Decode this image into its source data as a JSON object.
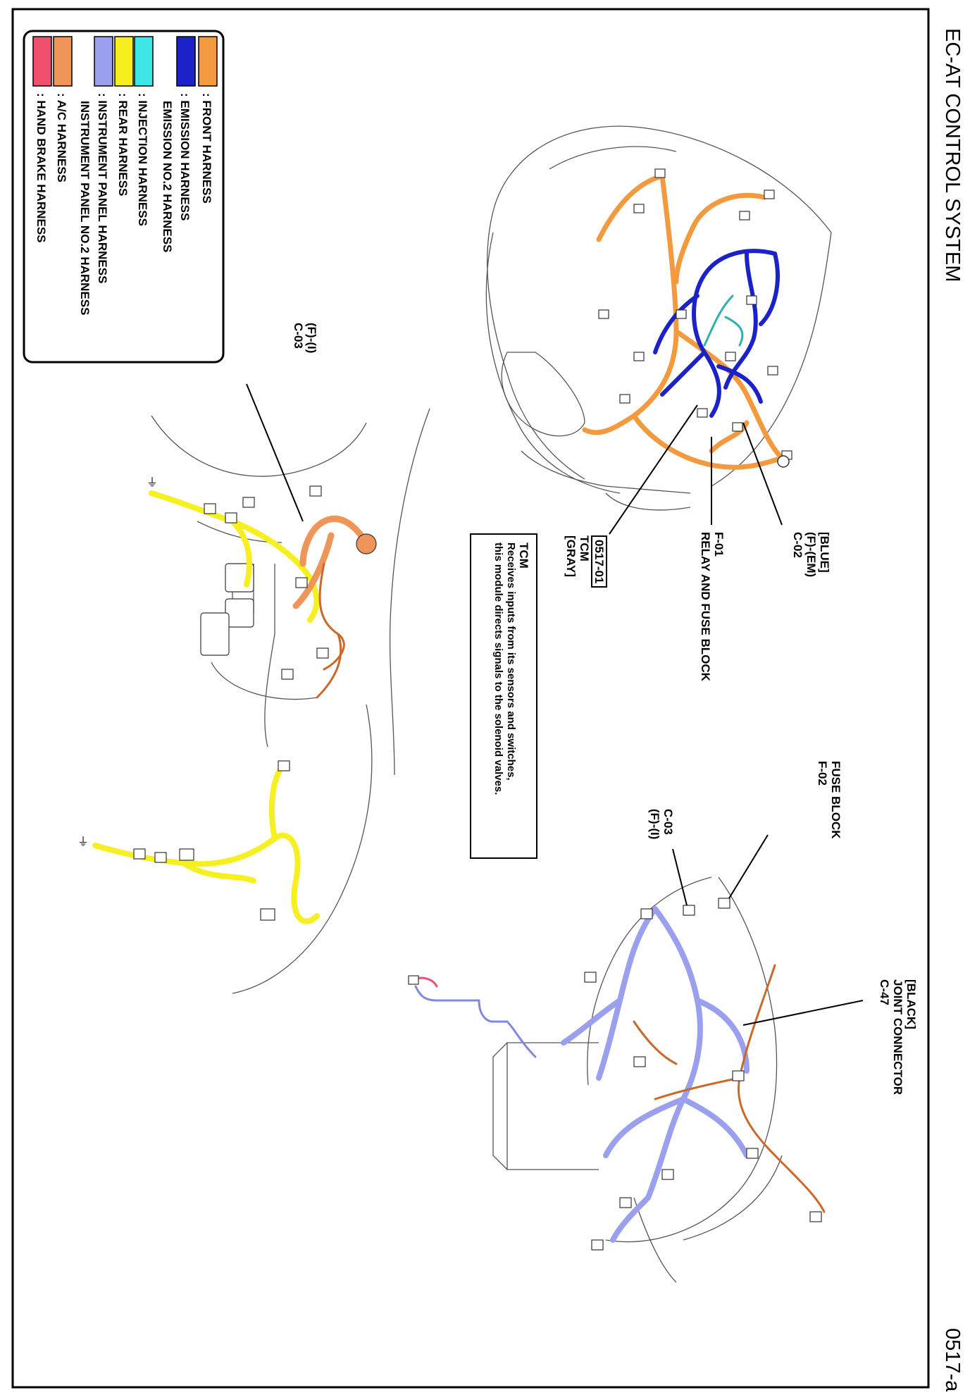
{
  "page": {
    "title": "EC-AT CONTROL SYSTEM",
    "page_number": "0517-a"
  },
  "legend": {
    "items": [
      {
        "color": "#f39a3f",
        "label": ": FRONT HARNESS"
      },
      {
        "color": "#1a22c8",
        "label": ": EMISSION HARNESS",
        "label2": "EMISSION NO.2 HARNESS"
      },
      {
        "color": "#3fe6e6",
        "label": ": INJECTION HARNESS"
      },
      {
        "color": "#f6f020",
        "label": ": REAR HARNESS"
      },
      {
        "color": "#9aa0ee",
        "label": ": INSTRUMENT PANEL HARNESS",
        "label2": "INSTRUMENT PANEL NO.2 HARNESS"
      },
      {
        "color": "#ef955a",
        "label": ": A/C HARNESS"
      },
      {
        "color": "#f0506e",
        "label": ": HAND BRAKE HARNESS"
      }
    ]
  },
  "callouts": {
    "c02": {
      "line1": "[BLUE]",
      "line2": "(F)-(EM)",
      "line3": "C-02"
    },
    "f01": {
      "line1": "F-01",
      "line2": "RELAY AND FUSE BLOCK"
    },
    "tcm": {
      "code": "0517-01",
      "name": "TCM",
      "color": "[GRAY]"
    },
    "fuse_block": {
      "line1": "FUSE BLOCK",
      "line2": "F-02"
    },
    "c03_right": {
      "line1": "C-03",
      "line2": "(F)-(I)"
    },
    "c47": {
      "line1": "[BLACK]",
      "line2": "JOINT CONNECTOR",
      "line3": "C-47"
    },
    "c03_left": {
      "line1": "(F)-(I)",
      "line2": "C-03"
    }
  },
  "tcm_note": {
    "heading": "TCM",
    "line1": "Receives inputs from its sensors and switches,",
    "line2": "this module directs signals to the solenoid valves."
  }
}
